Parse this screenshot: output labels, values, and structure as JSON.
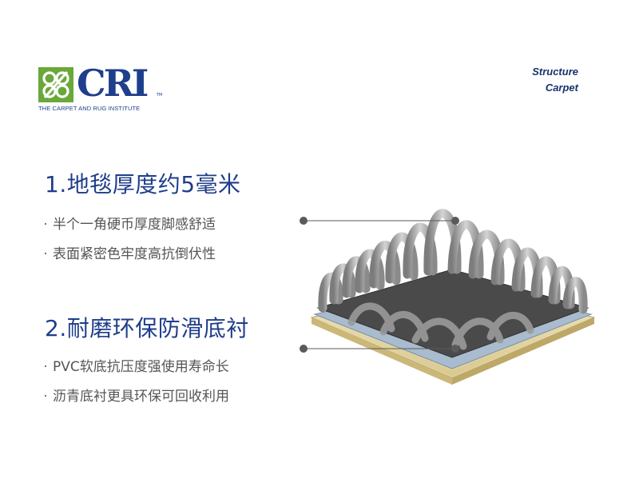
{
  "logo": {
    "wordmark": "CRI",
    "trademark": "TM",
    "tagline": "THE CARPET AND RUG INSTITUTE"
  },
  "corner_label": [
    "Structure",
    "Carpet"
  ],
  "sections": [
    {
      "heading": "1.地毯厚度约5毫米",
      "bullets": [
        "半个一角硬币厚度脚感舒适",
        "表面紧密色牢度高抗倒伏性"
      ]
    },
    {
      "heading": "2.耐磨环保防滑底衬",
      "bullets": [
        "PVC软底抗压度强使用寿命长",
        "沥青底衬更具环保可回收利用"
      ]
    }
  ],
  "colors": {
    "heading": "#1f3d8a",
    "logo_blue": "#1f3f8c",
    "logo_green": "#6aa83a",
    "bullet_text": "#555555",
    "callout": "#5a5a5a",
    "backing": "#e8dcb0"
  },
  "icons": [
    "cri-knot-icon",
    "callout-dot-icon"
  ]
}
